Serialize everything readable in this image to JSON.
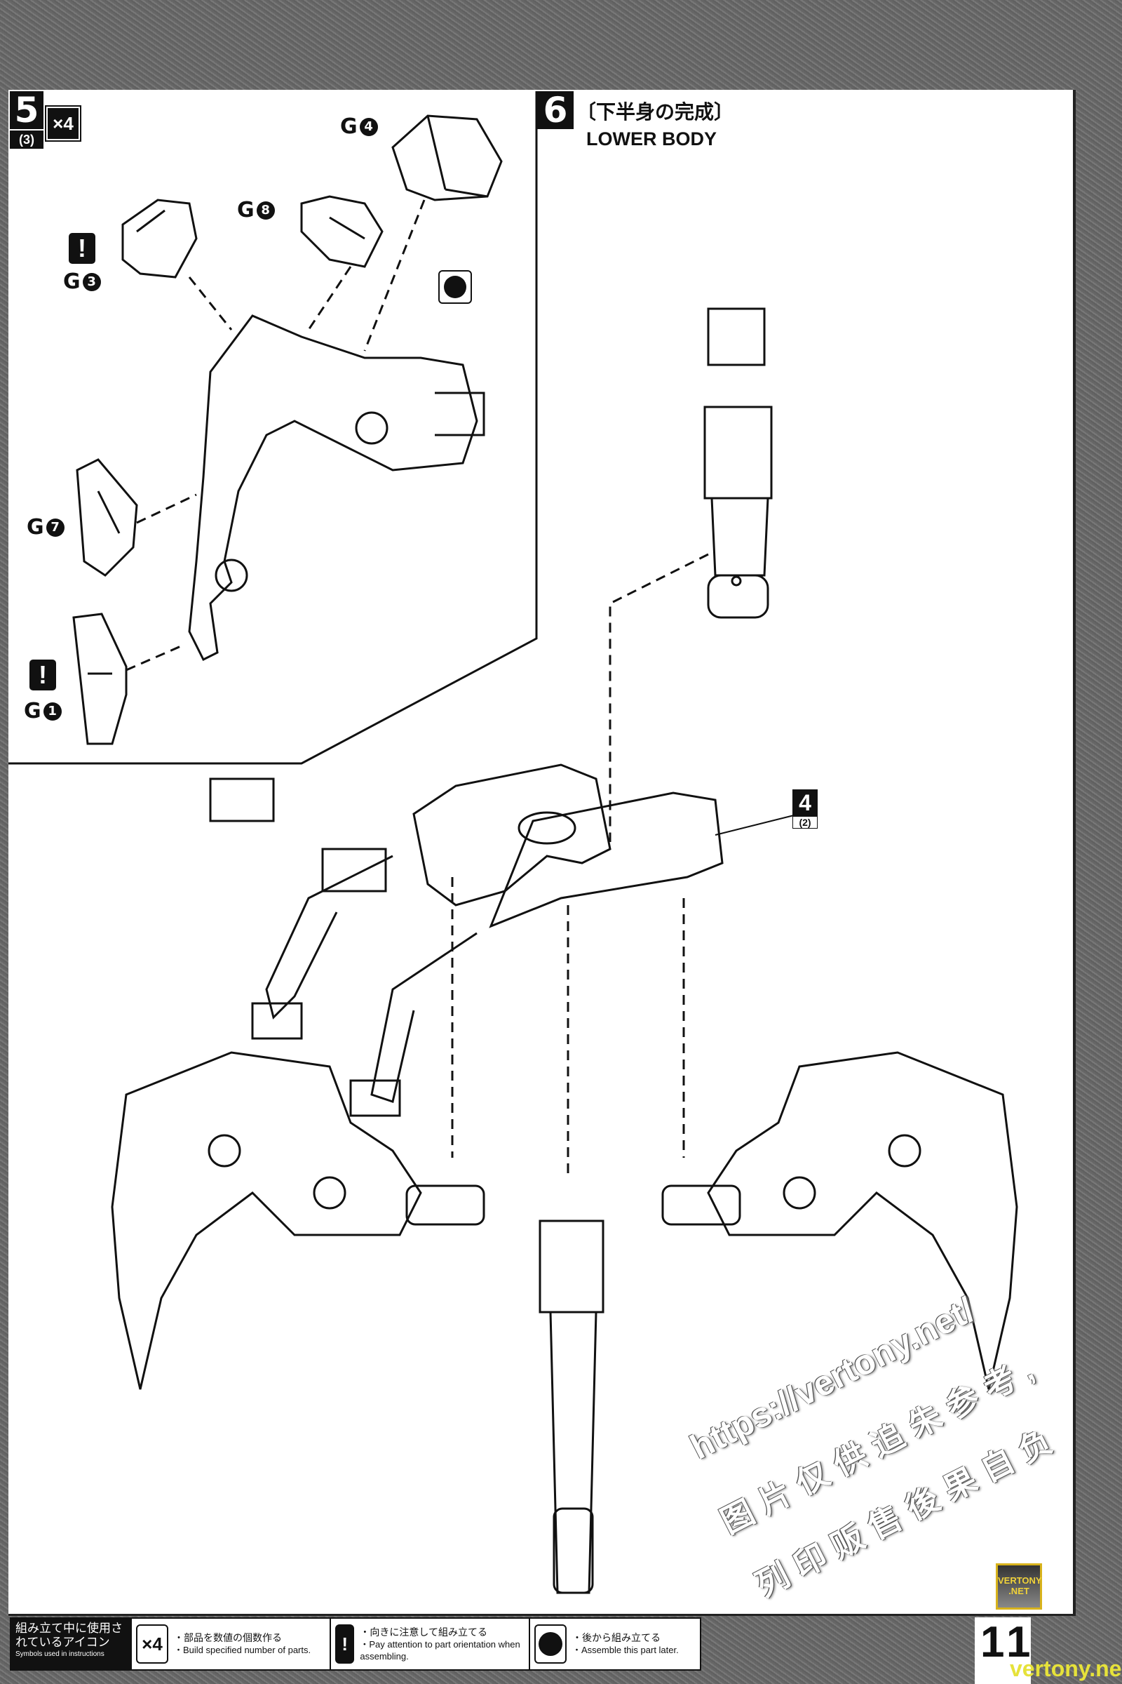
{
  "step5": {
    "number": "5",
    "count_ref": "(3)",
    "multiplier": "×4",
    "parts": [
      {
        "runner": "G",
        "num": "4"
      },
      {
        "runner": "G",
        "num": "8"
      },
      {
        "runner": "G",
        "num": "3",
        "caution": "!"
      },
      {
        "runner": "G",
        "num": "7"
      },
      {
        "runner": "G",
        "num": "1",
        "caution": "!"
      }
    ]
  },
  "step6": {
    "number": "6",
    "title_jp": "〔下半身の完成〕",
    "title_en": "LOWER BODY",
    "callout": {
      "number": "4",
      "ref": "(2)"
    }
  },
  "footer": {
    "heading_jp": "組み立て中に使用されているアイコン",
    "heading_en": "Symbols used in instructions",
    "items": [
      {
        "icon": "x4-icon",
        "glyph": "×4",
        "jp": "・部品を数値の個数作る",
        "en": "・Build specified number of parts."
      },
      {
        "icon": "exclamation-icon",
        "glyph": "!",
        "jp": "・向きに注意して組み立てる",
        "en": "・Pay attention to part orientation when assembling."
      },
      {
        "icon": "assemble-later-icon",
        "glyph": "",
        "jp": "・後から組み立てる",
        "en": "・Assemble this part later."
      }
    ]
  },
  "page_number": "11",
  "watermark": {
    "url": "https://vertony.net/",
    "line1": "图片仅供追朱参考,",
    "line2": "列印贩售後果自负",
    "logo": "VERTONY .NET",
    "corner": "vertony.net"
  }
}
